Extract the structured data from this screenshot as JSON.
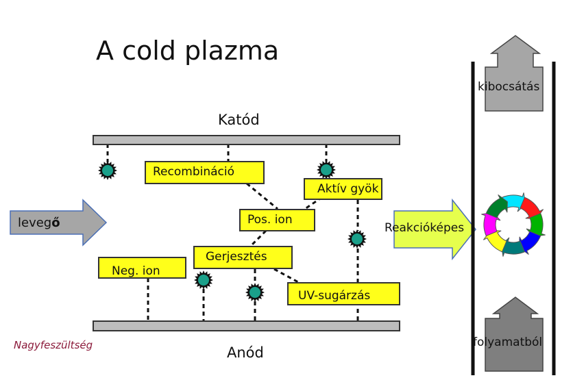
{
  "title": "A cold plazma",
  "electrodes": {
    "cathode": "Katód",
    "anode": "Anód",
    "voltage_label": "Nagyfeszültség"
  },
  "boxes": {
    "recombination": "Recombináció",
    "active_radical": "Aktív gyök",
    "pos_ion": "Pos. ion",
    "excitation": "Gerjesztés",
    "neg_ion": "Neg. ion",
    "uv": "UV-sugárzás"
  },
  "arrows": {
    "input": {
      "text_main": "leveg",
      "text_bold": "ő"
    },
    "reactive": "Reakcióképes"
  },
  "column": {
    "emission": "kibocsátás",
    "processes": "folyamatból"
  },
  "colors": {
    "box_fill": "#ffff1a",
    "electrode_fill": "#bdbdbd",
    "arrow_fill": "#a6a6a6",
    "reactive_arrow_fill": "#e6ff4d",
    "particle": "#1aa08a",
    "voltage_text": "#8b1a3a",
    "cycle_segments": [
      "#00e5ff",
      "#ff1a1a",
      "#00b300",
      "#0000ff",
      "#007a7a",
      "#ffff1a",
      "#ff00ff",
      "#00802b"
    ]
  }
}
